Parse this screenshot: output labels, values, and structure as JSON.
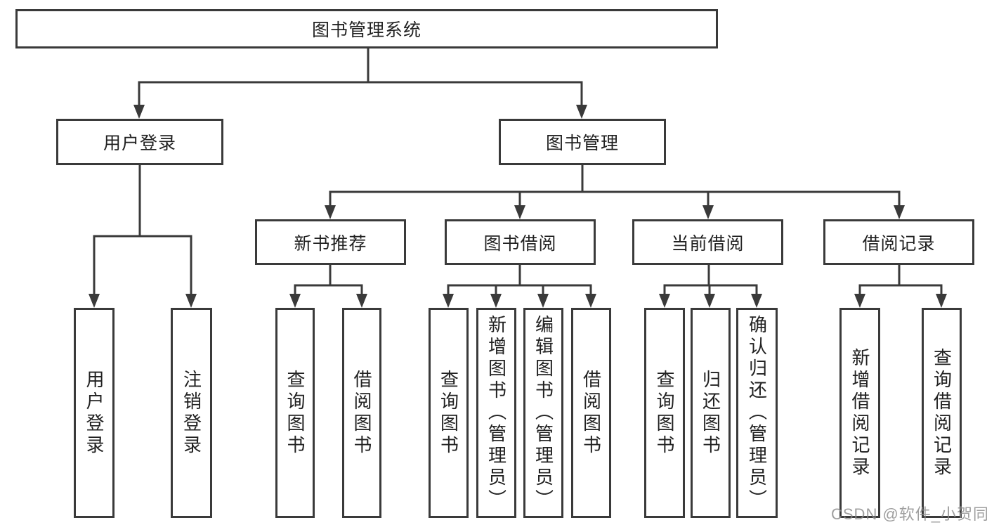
{
  "diagram": {
    "watermark": "CSDN @软件_小贺同学",
    "colors": {
      "line": "#3a3a3a",
      "text": "#212121",
      "background": "#ffffff",
      "watermark": "#8a8a8a"
    },
    "tree": {
      "root": {
        "label": "图书管理系统"
      },
      "level2": [
        {
          "label": "用户登录"
        },
        {
          "label": "图书管理"
        }
      ],
      "level3": [
        {
          "label": "新书推荐"
        },
        {
          "label": "图书借阅"
        },
        {
          "label": "当前借阅"
        },
        {
          "label": "借阅记录"
        }
      ],
      "leaves": {
        "login": [
          {
            "label": "用户登录"
          },
          {
            "label": "注销登录"
          }
        ],
        "recommend": [
          {
            "label": "查询图书"
          },
          {
            "label": "借阅图书"
          }
        ],
        "borrow": [
          {
            "label": "查询图书"
          },
          {
            "label": "新增图书（管理员）"
          },
          {
            "label": "编辑图书（管理员）"
          },
          {
            "label": "借阅图书"
          }
        ],
        "current": [
          {
            "label": "查询图书"
          },
          {
            "label": "归还图书"
          },
          {
            "label": "确认归还（管理员）"
          }
        ],
        "records": [
          {
            "label": "新增借阅记录"
          },
          {
            "label": "查询借阅记录"
          }
        ]
      }
    }
  }
}
